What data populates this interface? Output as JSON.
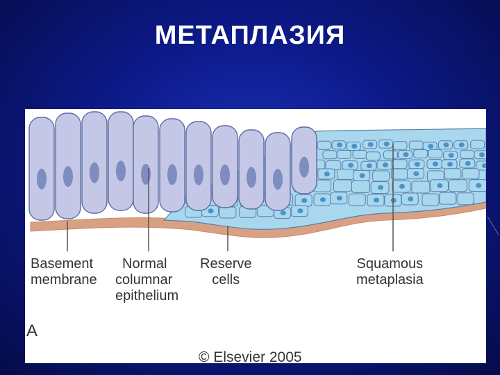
{
  "slide": {
    "title": "МЕТАПЛАЗИЯ"
  },
  "figure": {
    "labels": {
      "basement_membrane": [
        "Basement",
        "membrane"
      ],
      "normal_columnar": [
        "Normal",
        "columnar",
        "epithelium"
      ],
      "reserve_cells": [
        "Reserve",
        "cells"
      ],
      "squamous_metaplasia": [
        "Squamous",
        "metaplasia"
      ]
    },
    "panel_letter": "A",
    "copyright": "© Elsevier 2005"
  },
  "colors": {
    "background": "#0d1a8a",
    "columnar_cell": "#c4c8e6",
    "columnar_nucleus": "#7f8cc0",
    "squamous_cell": "#a9d7ee",
    "squamous_nucleus": "#4c92c4",
    "basement_membrane": "#d9a184"
  }
}
